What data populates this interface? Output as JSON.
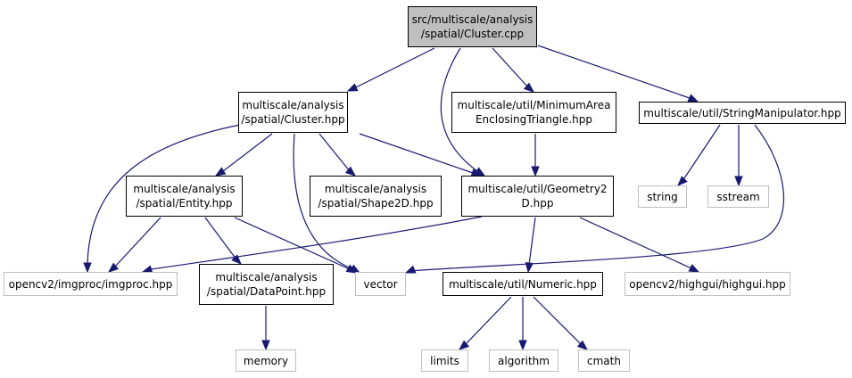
{
  "graph": {
    "edge_color": "#191970",
    "nodes": {
      "cluster_cpp": "src/multiscale/analysis\n/spatial/Cluster.cpp",
      "cluster_hpp": "multiscale/analysis\n/spatial/Cluster.hpp",
      "min_area": "multiscale/util/MinimumArea\nEnclosingTriangle.hpp",
      "string_manip": "multiscale/util/StringManipulator.hpp",
      "entity_hpp": "multiscale/analysis\n/spatial/Entity.hpp",
      "shape2d_hpp": "multiscale/analysis\n/spatial/Shape2D.hpp",
      "geometry2d_hpp": "multiscale/util/Geometry2\nD.hpp",
      "string": "string",
      "sstream": "sstream",
      "imgproc": "opencv2/imgproc/imgproc.hpp",
      "datapoint_hpp": "multiscale/analysis\n/spatial/DataPoint.hpp",
      "vector": "vector",
      "numeric_hpp": "multiscale/util/Numeric.hpp",
      "highgui": "opencv2/highgui/highgui.hpp",
      "memory": "memory",
      "limits": "limits",
      "algorithm": "algorithm",
      "cmath": "cmath"
    }
  }
}
